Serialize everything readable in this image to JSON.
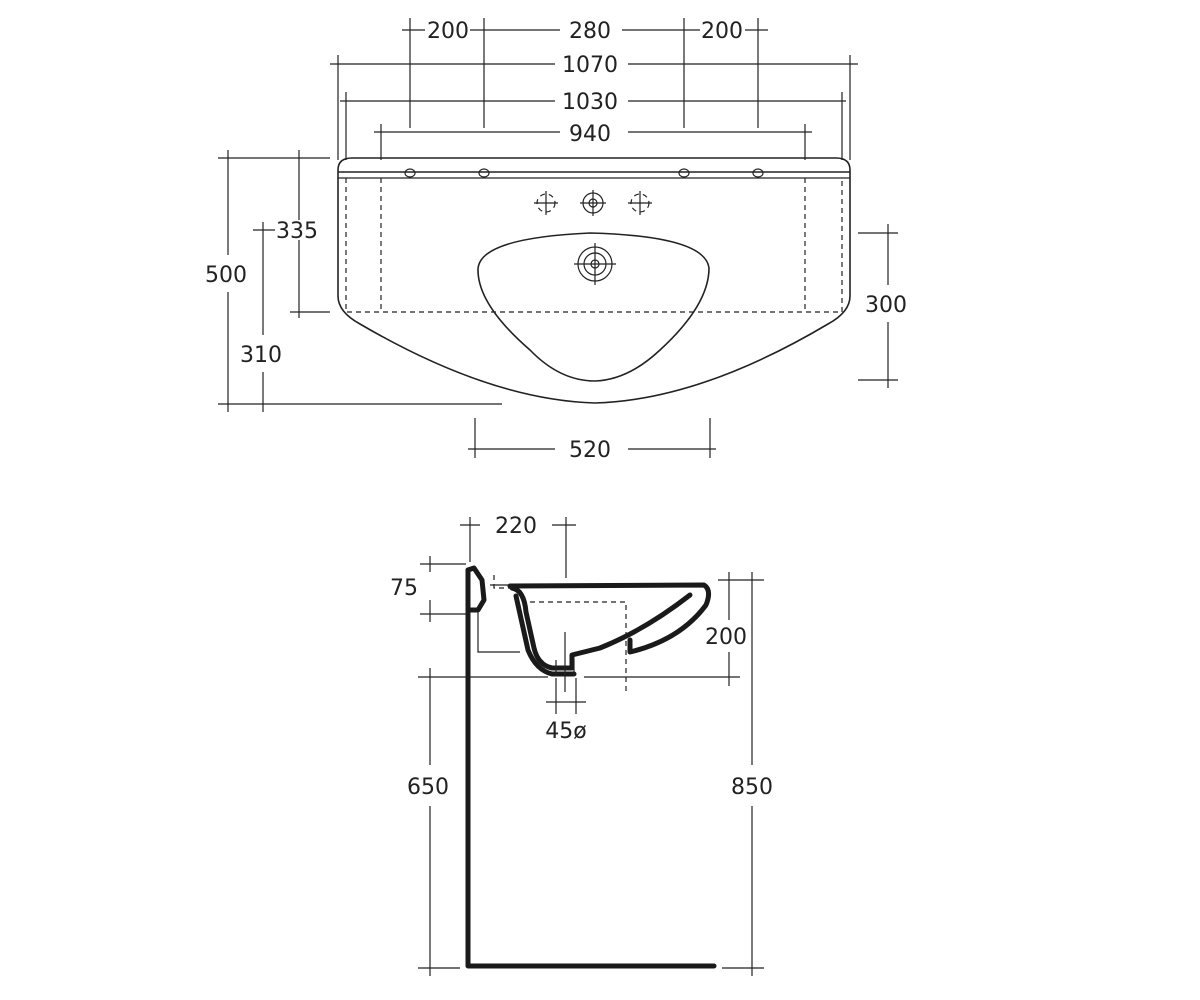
{
  "top_view": {
    "dims": {
      "left_spacing": "200",
      "center_spacing": "280",
      "right_spacing": "200",
      "overall_width": "1070",
      "top_width": "1030",
      "inner_width": "940",
      "overall_depth": "500",
      "depth_to_ledge": "335",
      "depth_below": "310",
      "bowl_depth": "300",
      "bowl_width": "520"
    }
  },
  "side_view": {
    "dims": {
      "tap_offset": "220",
      "rim_height": "75",
      "bowl_height": "200",
      "waste_diameter": "45ø",
      "lower_height": "650",
      "total_height": "850"
    }
  },
  "colors": {
    "line": "#222222",
    "background": "#ffffff"
  }
}
